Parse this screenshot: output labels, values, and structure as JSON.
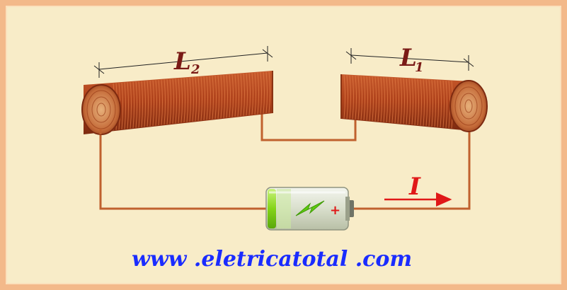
{
  "labels": {
    "inductor_left": "L",
    "inductor_left_sub": "2",
    "inductor_right": "L",
    "inductor_right_sub": "1",
    "current": "I",
    "battery_plus": "+",
    "website": "www .eletricatotal .com"
  },
  "colors": {
    "background": "#f8ecc8",
    "border": "#f3b98a",
    "wire": "#c0612e",
    "coil": "#b4451e",
    "label": "#7a1a16",
    "current_arrow": "#e01818",
    "website": "#1a2cff",
    "battery_green": "#7ed321"
  },
  "icons": {
    "battery": "battery-icon",
    "lightning": "lightning-icon"
  }
}
